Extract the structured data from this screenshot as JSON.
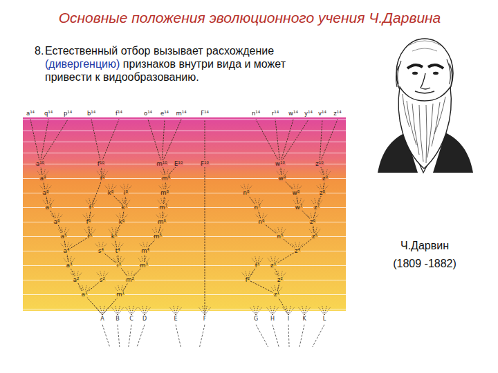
{
  "diagram": {
    "title": "Основные положения эволюционного учения Ч.Дарвина",
    "labels": [
      "8.",
      "Естественный отбор вызывает расхождение",
      "(дивергенцию)",
      "признаков внутри вида и может привести к видообразованию.",
      "a¹⁴",
      "q¹⁴",
      "p¹⁴",
      "b¹⁴",
      "f¹⁴",
      "o¹⁴",
      "e¹⁴",
      "m¹⁴",
      "F¹⁴",
      "n¹⁴",
      "r¹⁴",
      "w¹⁴",
      "y¹⁴",
      "v¹⁴",
      "z¹⁴",
      "a¹⁰",
      "f¹⁰",
      "m¹⁰",
      "E¹⁰",
      "F¹⁰",
      "w¹⁰",
      "z¹⁰",
      "a⁹",
      "f⁹",
      "m⁹",
      "w⁹",
      "z⁹",
      "a⁸",
      "k⁸",
      "i⁸",
      "m⁸",
      "n⁸",
      "w⁸",
      "z⁸",
      "a⁷",
      "f⁷",
      "k⁷",
      "m⁷",
      "n⁷",
      "w⁷",
      "z⁷",
      "a⁶",
      "f⁶",
      "k⁶",
      "m⁶",
      "n⁶",
      "z⁶",
      "a⁵",
      "f⁵",
      "k⁵",
      "m⁵",
      "n⁵",
      "z⁵",
      "a⁴",
      "s⁴",
      "t⁴",
      "m⁴",
      "z⁴",
      "a³",
      "i³",
      "m³",
      "f³",
      "z³",
      "a²",
      "s²",
      "m²",
      "f²",
      "z²",
      "a¹",
      "m¹",
      "z¹",
      "A",
      "B",
      "C",
      "D",
      "E",
      "F",
      "G",
      "H",
      "I",
      "K",
      "L",
      "Ч.Дарвин",
      "(1809 -1882)"
    ]
  }
}
